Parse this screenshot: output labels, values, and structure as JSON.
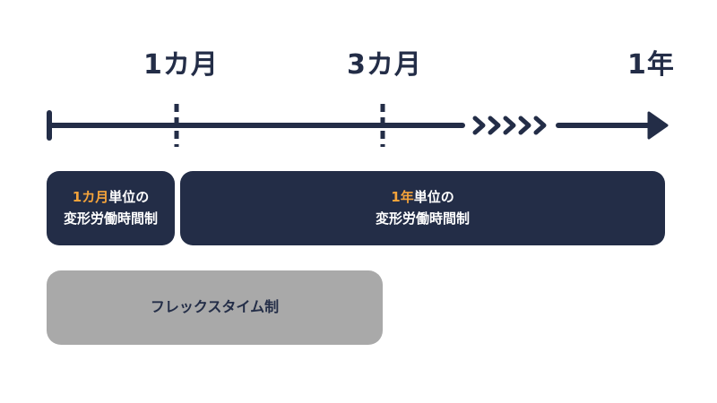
{
  "timeline": {
    "ticks": [
      {
        "label": "1カ月"
      },
      {
        "label": "3カ月"
      },
      {
        "label": "1年"
      }
    ],
    "color": "#232d47"
  },
  "blocks": {
    "monthly": {
      "accent": "1カ月",
      "rest": "単位の",
      "line2": "変形労働時間制"
    },
    "yearly": {
      "accent": "1年",
      "rest": "単位の",
      "line2": "変形労働時間制"
    },
    "flex": {
      "label": "フレックスタイム制"
    }
  },
  "colors": {
    "dark": "#232d47",
    "accent": "#f5a33a",
    "grey": "#a9a9a9"
  }
}
